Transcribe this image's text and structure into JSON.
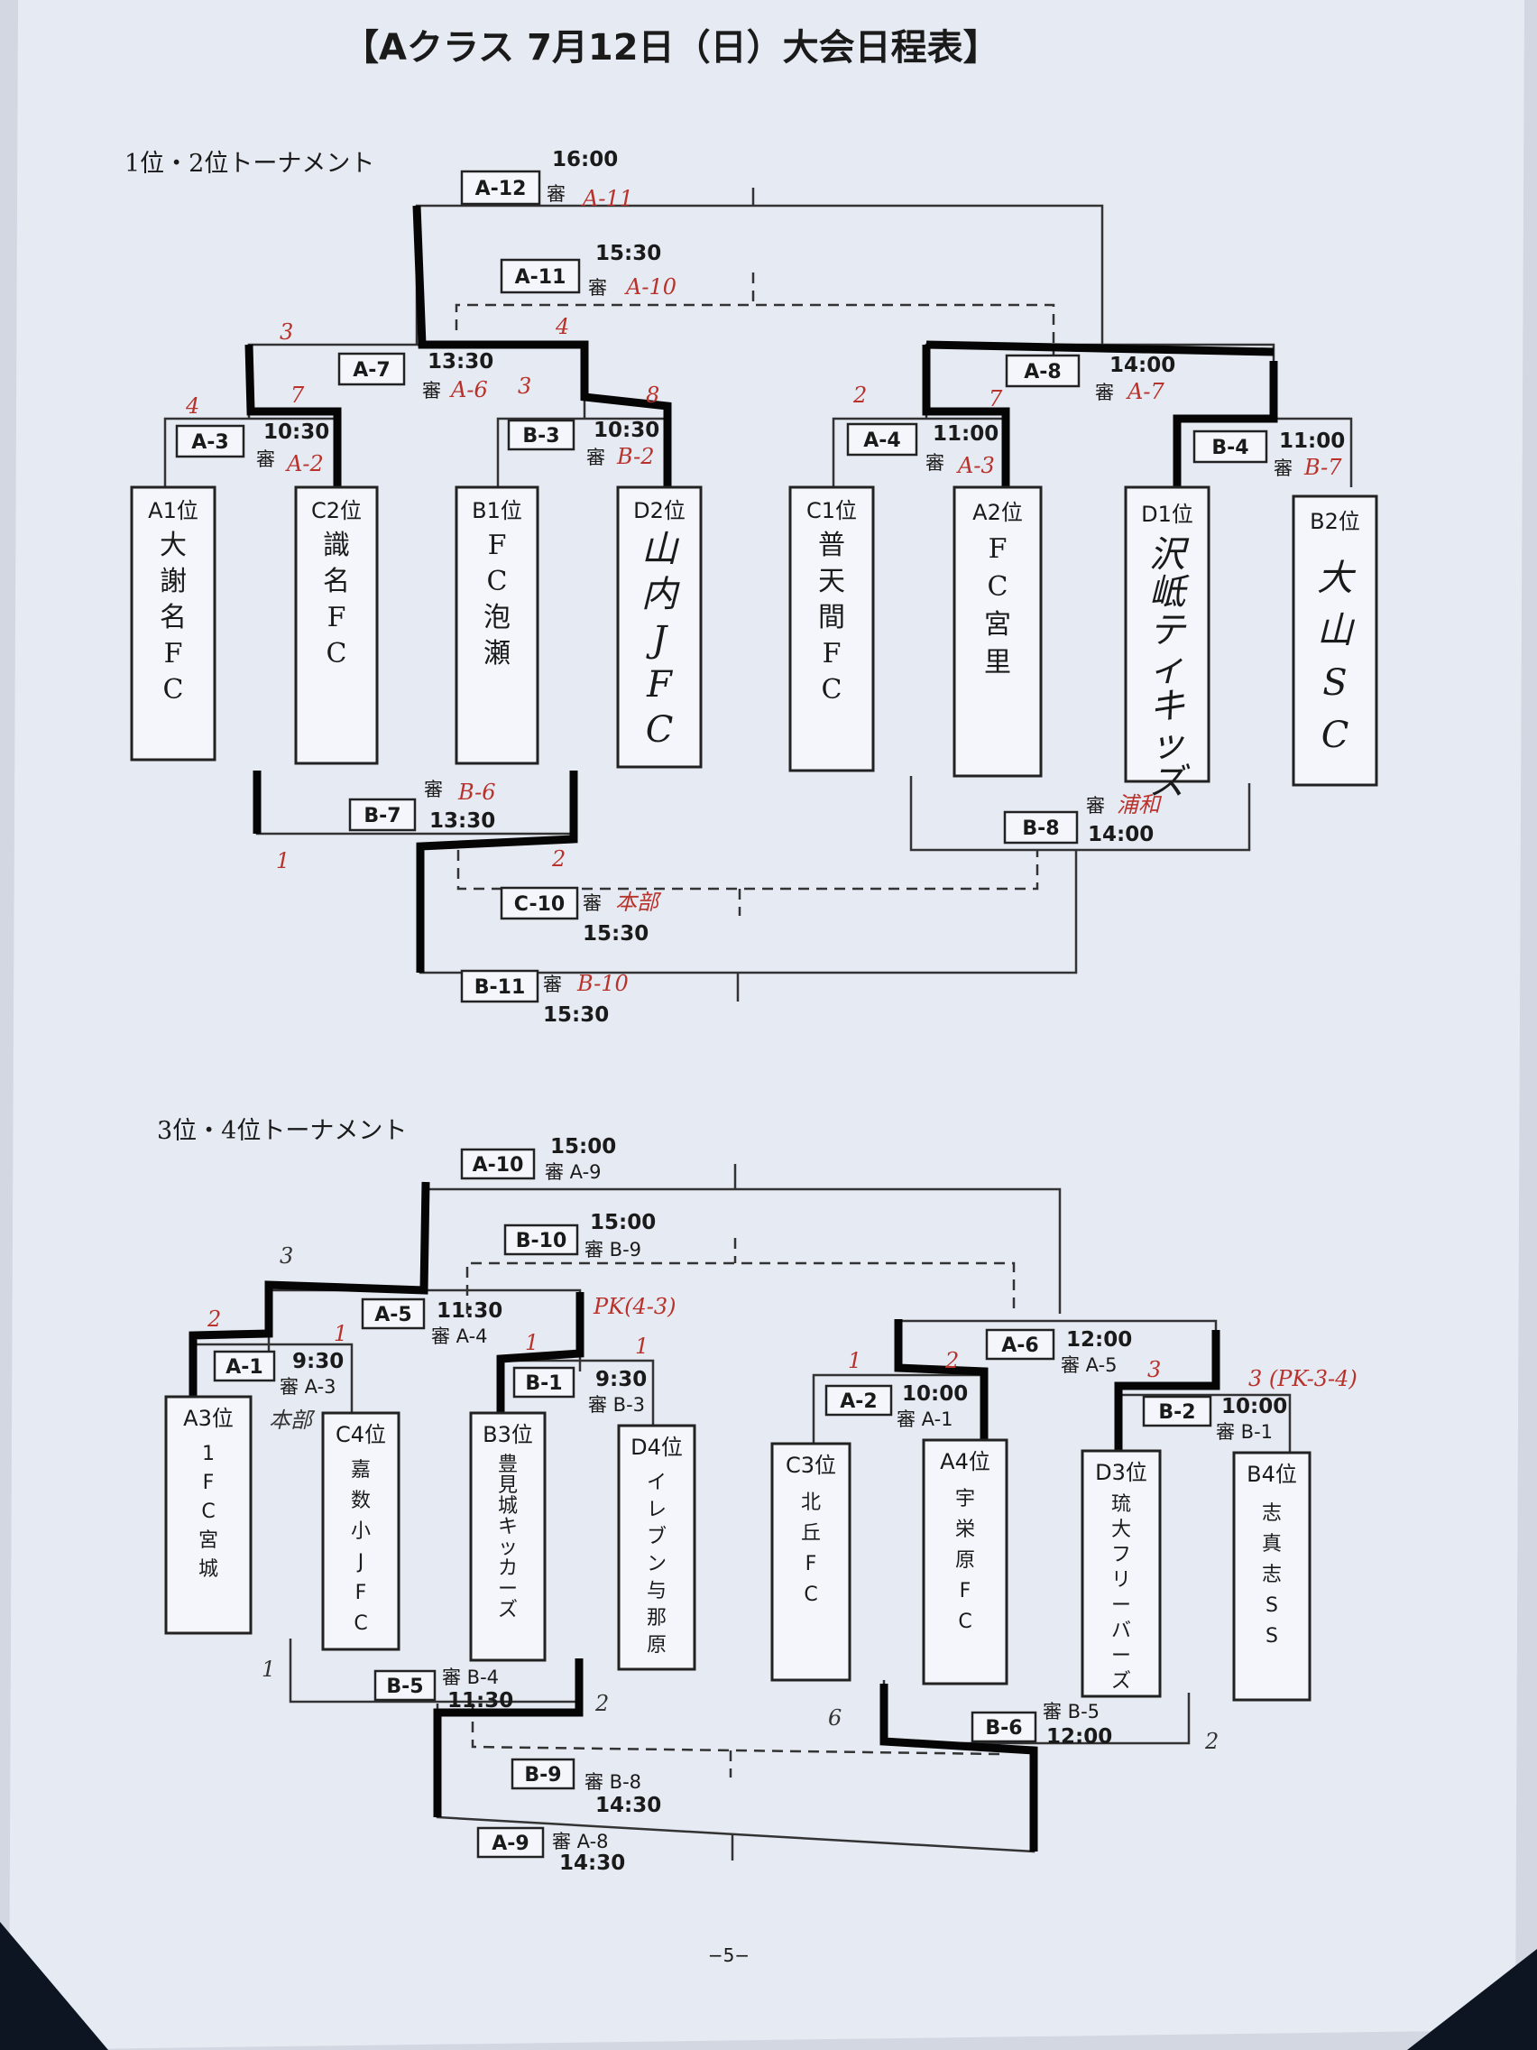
{
  "title": "【Aクラス 7月12日（日）大会日程表】",
  "page_number": "−5−",
  "tournaments": [
    {
      "label": "1位・2位トーナメント",
      "teams": [
        {
          "seed": "A1位",
          "name": "大謝名FC"
        },
        {
          "seed": "C2位",
          "name": "識名FC"
        },
        {
          "seed": "B1位",
          "name": "FC泡瀬"
        },
        {
          "seed": "D2位",
          "name": "山内JFC",
          "handwritten": true
        },
        {
          "seed": "C1位",
          "name": "普天間FC"
        },
        {
          "seed": "A2位",
          "name": "FC宮里"
        },
        {
          "seed": "D1位",
          "name": "沢岻ティキッズ",
          "handwritten": true
        },
        {
          "seed": "B2位",
          "name": "大山SC",
          "handwritten": true
        }
      ],
      "matches": [
        {
          "code": "A-12",
          "time": "16:00",
          "referee": "審",
          "referee_note": "A-11"
        },
        {
          "code": "A-11",
          "time": "15:30",
          "referee": "審",
          "referee_note": "A-10"
        },
        {
          "code": "A-7",
          "time": "13:30",
          "referee": "審",
          "referee_note": "A-6"
        },
        {
          "code": "A-8",
          "time": "14:00",
          "referee": "審",
          "referee_note": "A-7"
        },
        {
          "code": "A-3",
          "time": "10:30",
          "referee": "審",
          "referee_note": "A-2"
        },
        {
          "code": "B-3",
          "time": "10:30",
          "referee": "審",
          "referee_note": "B-2"
        },
        {
          "code": "A-4",
          "time": "11:00",
          "referee": "審",
          "referee_note": "A-3"
        },
        {
          "code": "B-4",
          "time": "11:00",
          "referee": "審",
          "referee_note": "B-7"
        },
        {
          "code": "B-7",
          "time": "13:30",
          "referee": "審",
          "referee_note": "B-6"
        },
        {
          "code": "B-8",
          "time": "14:00",
          "referee": "審",
          "referee_note": "浦和"
        },
        {
          "code": "C-10",
          "time": "15:30",
          "referee": "審",
          "referee_note": "本部"
        },
        {
          "code": "B-11",
          "time": "15:30",
          "referee": "審",
          "referee_note": "B-10"
        }
      ],
      "scores": [
        "4",
        "7",
        "3",
        "8",
        "2",
        "7",
        "3",
        "4",
        "1",
        "2"
      ]
    },
    {
      "label": "3位・4位トーナメント",
      "teams": [
        {
          "seed": "A3位",
          "name": "1FC宮城"
        },
        {
          "seed": "C4位",
          "name": "嘉数小JFC"
        },
        {
          "seed": "B3位",
          "name": "豊見城キッカーズ"
        },
        {
          "seed": "D4位",
          "name": "イレブン与那原"
        },
        {
          "seed": "C3位",
          "name": "北丘FC"
        },
        {
          "seed": "A4位",
          "name": "宇栄原FC"
        },
        {
          "seed": "D3位",
          "name": "琉大フリーバーズ"
        },
        {
          "seed": "B4位",
          "name": "志真志SS"
        }
      ],
      "matches": [
        {
          "code": "A-10",
          "time": "15:00",
          "referee": "審 A-9"
        },
        {
          "code": "B-10",
          "time": "15:00",
          "referee": "審 B-9"
        },
        {
          "code": "A-5",
          "time": "11:30",
          "referee": "審 A-4"
        },
        {
          "code": "A-6",
          "time": "12:00",
          "referee": "審 A-5"
        },
        {
          "code": "A-1",
          "time": "9:30",
          "referee": "審 A-3"
        },
        {
          "code": "B-1",
          "time": "9:30",
          "referee": "審 B-3"
        },
        {
          "code": "A-2",
          "time": "10:00",
          "referee": "審 A-1"
        },
        {
          "code": "B-2",
          "time": "10:00",
          "referee": "審 B-1"
        },
        {
          "code": "B-5",
          "time": "11:30",
          "referee": "審 B-4"
        },
        {
          "code": "B-6",
          "time": "12:00",
          "referee": "審 B-5"
        },
        {
          "code": "B-9",
          "time": "14:30",
          "referee": "審 B-8"
        },
        {
          "code": "A-9",
          "time": "14:30",
          "referee": "審 A-8"
        }
      ],
      "notes": [
        "PK(4-3)",
        "3 (PK-3-4)",
        "本部",
        "2",
        "1",
        "1",
        "1",
        "3",
        "1",
        "2",
        "3",
        "1",
        "2",
        "6",
        "2"
      ]
    }
  ]
}
